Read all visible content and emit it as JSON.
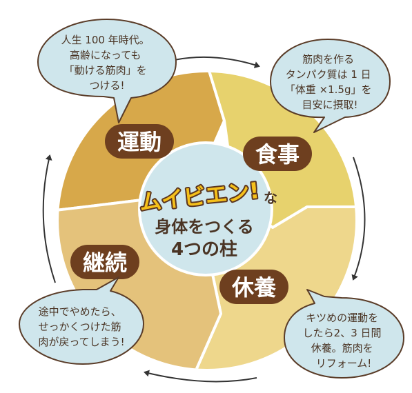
{
  "colors": {
    "undou": "#d7a84a",
    "shokuji": "#e7d26d",
    "kyuuyou": "#eed78c",
    "keizoku": "#e4c27b",
    "center_fill": "#cfe6ec",
    "label_bg": "#6e3f1f",
    "label_text": "#ffffff",
    "bubble_fill": "#cfe6ec",
    "bubble_stroke": "#5a3c28",
    "title_fill": "#f5c01a",
    "title_stroke": "#5a3520",
    "text_dark": "#4a3424"
  },
  "center": {
    "title": "ムイビエン!",
    "title_suffix": "な",
    "line1": "身体をつくる",
    "line2": "4つの柱"
  },
  "pillars": {
    "undou": "運動",
    "shokuji": "食事",
    "kyuuyou": "休養",
    "keizoku": "継続"
  },
  "bubbles": {
    "undou": [
      "人生 100 年時代。",
      "高齢になっても",
      "「動ける筋肉」を",
      "つける!"
    ],
    "shokuji": [
      "筋肉を作る",
      "タンパク質は 1 日",
      "「体重 ×1.5g」を",
      "目安に摂取!"
    ],
    "kyuuyou": [
      "キツめの運動を",
      "したら2、3 日間",
      "休養。筋肉を",
      "リフォーム!"
    ],
    "keizoku": [
      "途中でやめたら、",
      "せっかくつけた筋",
      "肉が戻ってしまう!"
    ]
  }
}
